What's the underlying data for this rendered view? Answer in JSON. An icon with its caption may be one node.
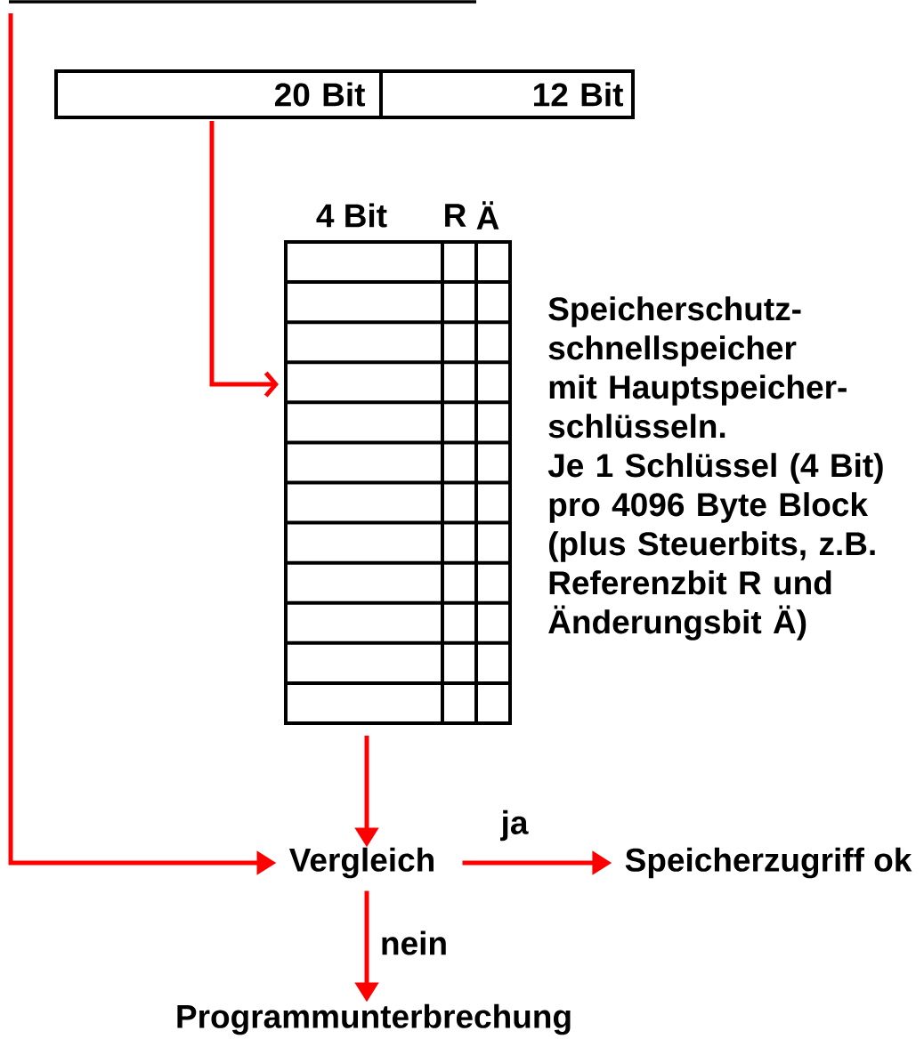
{
  "diagram": {
    "nodes": [
      {
        "text": [
          "20 Bit"
        ]
      },
      {
        "text": [
          "12 Bit"
        ]
      },
      {
        "text": [],
        "shape": "box",
        "beside": [
          "4 Bit",
          "R",
          "Ä",
          "Speicherschutz- schnellspeicher mit Hauptspeicher- schlüsseln.",
          "Je 1 Schlüssel (4 Bit) pro 4096 Byte Block (plus Steuerbits, z.B. Referenzbit R und Änderungsbit Ä)"
        ]
      },
      {
        "text": [
          "Vergleich"
        ]
      },
      {
        "text": [
          "Speicherzugriff ok"
        ]
      },
      {
        "text": [
          "Programmunterbrechung"
        ]
      }
    ],
    "edges": [
      {
        "from": 0,
        "to": 2,
        "arrow": "to"
      },
      {
        "from": null,
        "to": 3,
        "arrow": "to"
      },
      {
        "from": 2,
        "to": 3,
        "arrow": "to"
      },
      {
        "from": 3,
        "to": 4,
        "arrow": "to",
        "label": "ja"
      },
      {
        "from": 3,
        "to": 5,
        "arrow": "to",
        "label": "nein"
      }
    ]
  }
}
